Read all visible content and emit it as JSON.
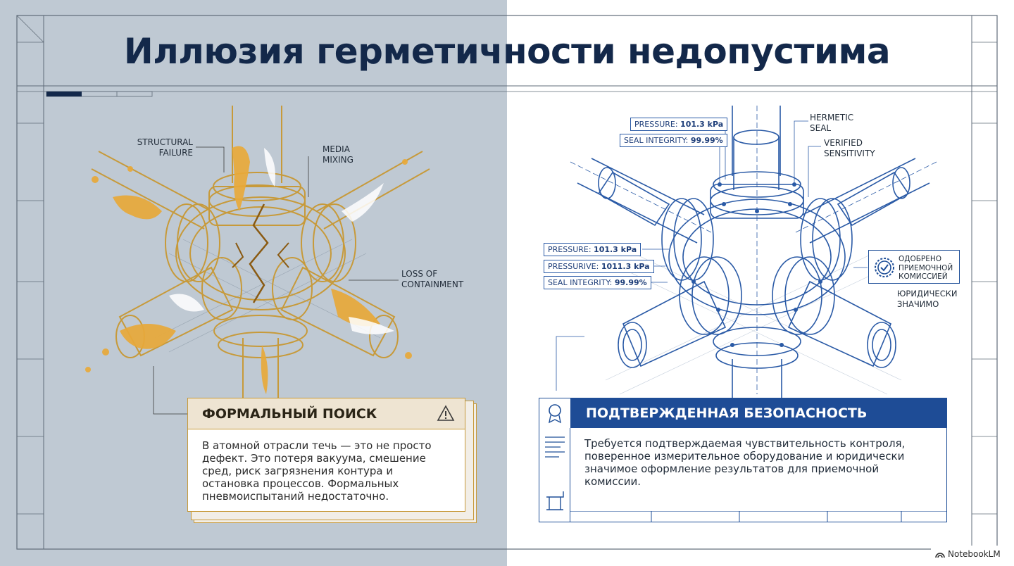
{
  "title": "Иллюзия герметичности недопустима",
  "left_labels": {
    "structural_failure": "STRUCTURAL\nFAILURE",
    "media_mixing": "MEDIA\nMIXING",
    "loss_of_containment": "LOSS OF\nCONTAINMENT"
  },
  "left_card": {
    "title": "ФОРМАЛЬНЫЙ ПОИСК",
    "body": "В атомной отрасли течь — это не просто дефект. Это потеря вакуума, смешение сред, риск загрязнения контура и остановка процессов. Формальных пневмоиспытаний недостаточно."
  },
  "right_tags": {
    "pressure_top": {
      "label": "PRESSURE: ",
      "value": "101.3 kPa"
    },
    "seal_top": {
      "label": "SEAL INTEGRITY: ",
      "value": "99.99%"
    },
    "pressure_mid": {
      "label": "PRESSURE: ",
      "value": "101.3 kPa"
    },
    "pressurive_mid": {
      "label": "PRESSURIVE: ",
      "value": "1011.3 kPa"
    },
    "seal_mid": {
      "label": "SEAL INTEGRITY: ",
      "value": "99.99%"
    }
  },
  "right_labels": {
    "hermetic_seal": "HERMETIC\nSEAL",
    "verified_sensitivity": "VERIFIED\nSENSITIVITY"
  },
  "approval": {
    "badge": "ОДОБРЕНО\nПРИЕМОЧНОЙ\nКОМИССИЕЙ",
    "legal": "ЮРИДИЧЕСКИ\nЗНАЧИМО"
  },
  "right_card": {
    "title": "ПОДТВЕРЖДЕННАЯ БЕЗОПАСНОСТЬ",
    "body": "Требуется подтверждаемая чувствительность контроля, поверенное измерительное оборудование и юридически значимое оформление результатов для приемочной комиссии."
  },
  "watermark": "NotebookLM",
  "colors": {
    "left_bg": "#bfc9d3",
    "amber": "#c79a3a",
    "navy": "#13284a",
    "blue": "#1e4c96"
  }
}
